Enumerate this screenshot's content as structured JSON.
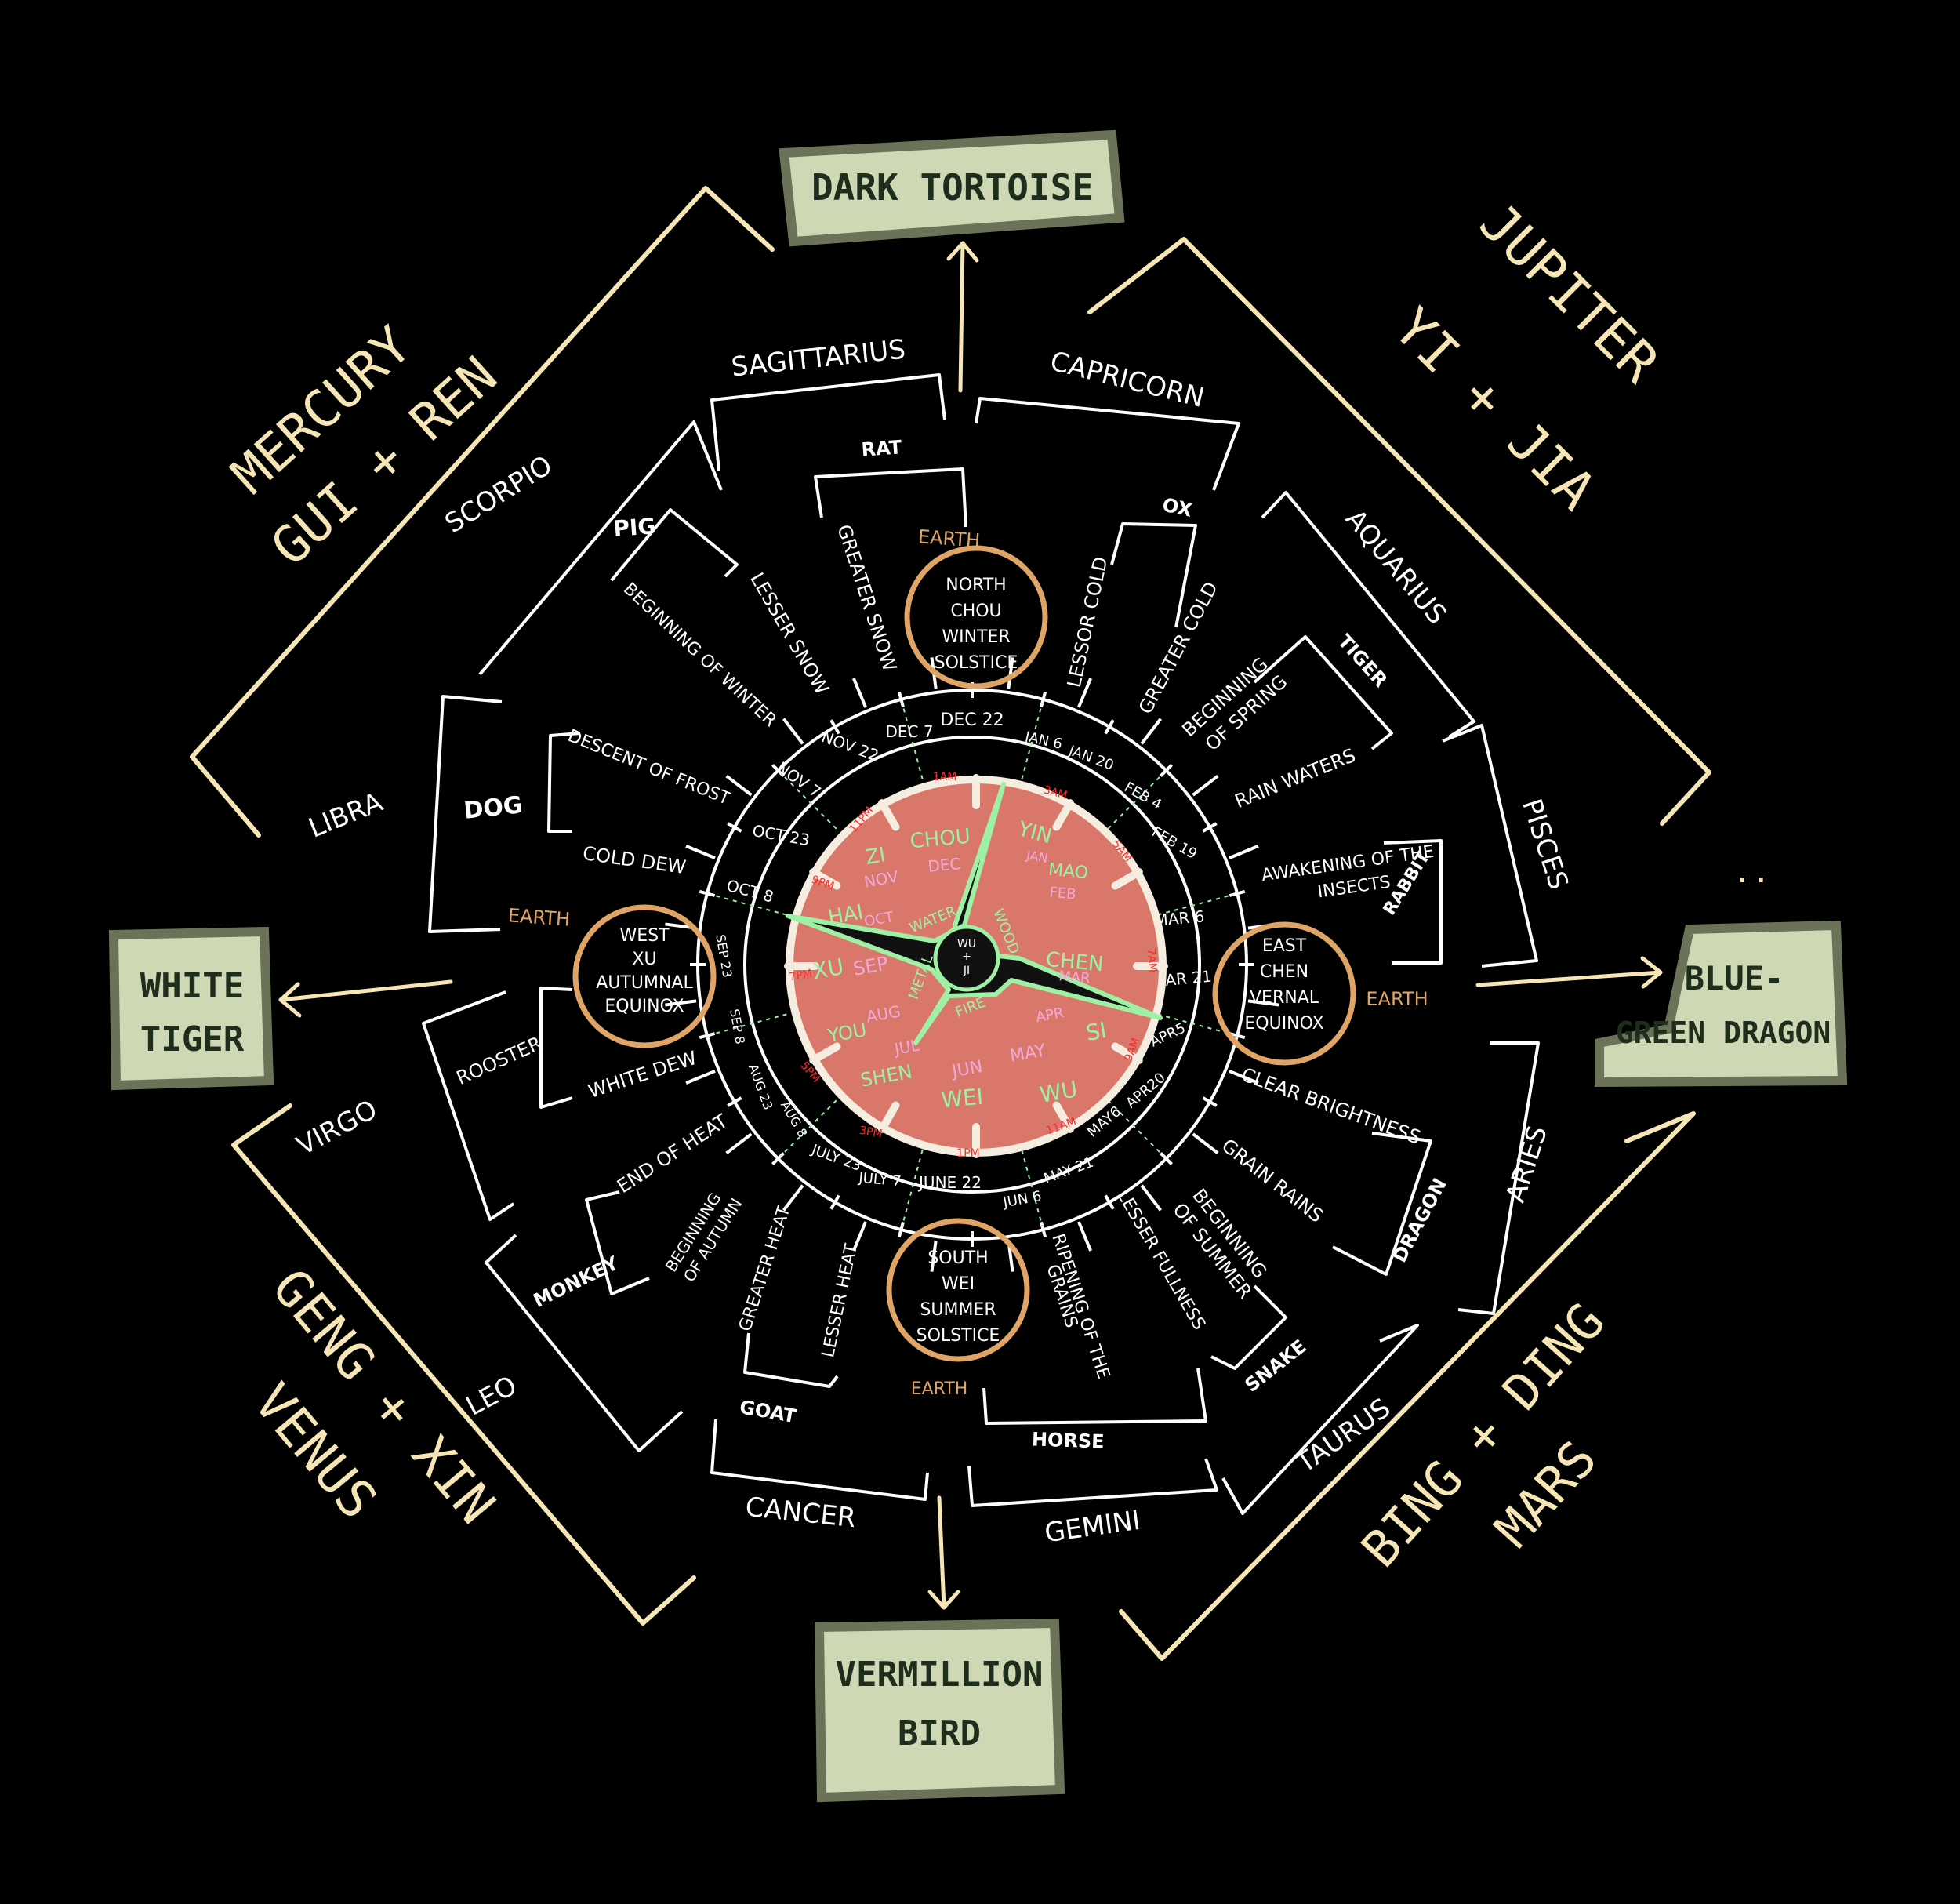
{
  "guardians": {
    "north": "DARK TORTOISE",
    "west_1": "WHITE",
    "west_2": "TIGER",
    "east_1": "BLUE-",
    "east_2": "GREEN DRAGON",
    "south_1": "VERMILLION",
    "south_2": "BIRD"
  },
  "planets": {
    "nw_1": "MERCURY",
    "nw_2": "GUI + REN",
    "ne_1": "JUPITER",
    "ne_2": "YI + JIA",
    "sw_1": "GENG + XIN",
    "sw_2": "VENUS",
    "se_1": "BING + DING",
    "se_2": "MARS",
    "ne_dots": ".."
  },
  "zodiac": {
    "sagittarius": "SAGITTARIUS",
    "capricorn": "CAPRICORN",
    "aquarius": "AQUARIUS",
    "pisces": "PISCES",
    "aries": "ARIES",
    "taurus": "TAURUS",
    "gemini": "GEMINI",
    "cancer": "CANCER",
    "leo": "LEO",
    "virgo": "VIRGO",
    "libra": "LIBRA",
    "scorpio": "SCORPIO"
  },
  "animals": {
    "rat": "RAT",
    "ox": "OX",
    "tiger": "TIGER",
    "rabbit": "RABBIT",
    "dragon": "DRAGON",
    "snake": "SNAKE",
    "horse": "HORSE",
    "goat": "GOAT",
    "monkey": "MONKEY",
    "rooster": "ROOSTER",
    "dog": "DOG",
    "pig": "PIG"
  },
  "solar_terms": {
    "greater_snow": "GREATER SNOW",
    "lesser_snow": "LESSER SNOW",
    "beginning_winter": "BEGINNING OF WINTER",
    "descent_frost": "DESCENT OF FROST",
    "cold_dew": "COLD DEW",
    "white_dew": "WHITE DEW",
    "end_heat": "END OF HEAT",
    "beginning_autumn_1": "BEGINNING",
    "beginning_autumn_2": "OF AUTUMN",
    "greater_heat": "GREATER HEAT",
    "lesser_heat": "LESSER HEAT",
    "ripening_1": "RIPENING OF THE",
    "ripening_2": "GRAINS",
    "lesser_fullness": "LESSER FULLNESS",
    "beginning_summer_1": "BEGINNING",
    "beginning_summer_2": "OF SUMMER",
    "grain_rains": "GRAIN RAINS",
    "clear_brightness": "CLEAR BRIGHTNESS",
    "awakening_1": "AWAKENING OF THE",
    "awakening_2": "INSECTS",
    "rain_waters": "RAIN WATERS",
    "beginning_spring_1": "BEGINNING",
    "beginning_spring_2": "OF SPRING",
    "greater_cold": "GREATER COLD",
    "lessor_cold": "LESSOR COLD"
  },
  "seasons": {
    "north": [
      "NORTH",
      "CHOU",
      "WINTER",
      "SOLSTICE"
    ],
    "south": [
      "SOUTH",
      "WEI",
      "SUMMER",
      "SOLSTICE"
    ],
    "east": [
      "EAST",
      "CHEN",
      "VERNAL",
      "EQUINOX"
    ],
    "west": [
      "WEST",
      "XU",
      "AUTUMNAL",
      "EQUINOX"
    ],
    "earth_top": "EARTH",
    "earth_bottom": "EARTH",
    "earth_left": "EARTH",
    "earth_right": "EARTH"
  },
  "dates": {
    "nov7": "NOV 7",
    "nov22": "NOV 22",
    "dec7": "DEC 7",
    "dec22": "DEC 22",
    "jan6": "JAN 6",
    "jan20": "JAN 20",
    "feb4": "FEB 4",
    "feb19": "FEB 19",
    "mar6": "MAR 6",
    "mar21": "MAR 21",
    "apr5": "APR5",
    "apr20": "APR20",
    "may6": "MAY6",
    "may21": "MAY 21",
    "jun6": "JUN 6",
    "jun22": "JUNE 22",
    "jul7": "JULY 7",
    "jul23": "JULY 23",
    "aug8": "AUG 8",
    "aug23": "AUG 23",
    "sep8": "SEP 8",
    "sep23": "SEP 23",
    "oct8": "OCT 8",
    "oct23": "OCT 23"
  },
  "hours": {
    "h1am": "1AM",
    "h3am": "3AM",
    "h5am": "5AM",
    "h7am": "7AM",
    "h9am": "9AM",
    "h11am": "11AM",
    "h1pm": "1PM",
    "h3pm": "3PM",
    "h5pm": "5PM",
    "h7pm": "7PM",
    "h9pm": "9PM",
    "h11pm": "11PM"
  },
  "branches": {
    "zi": "ZI",
    "chou": "CHOU",
    "yin": "YIN",
    "mao": "MAO",
    "chen": "CHEN",
    "si": "SI",
    "wu": "WU",
    "wei": "WEI",
    "shen": "SHEN",
    "you": "YOU",
    "xu": "XU",
    "hai": "HAI"
  },
  "months": {
    "nov": "NOV",
    "dec": "DEC",
    "jan": "JAN",
    "feb": "FEB",
    "mar": "MAR",
    "apr": "APR",
    "may": "MAY",
    "jun": "JUN",
    "jul": "JUL",
    "aug": "AUG",
    "sep": "SEP",
    "oct": "OCT"
  },
  "elements": {
    "water": "WATER",
    "wood": "WOOD",
    "fire": "FIRE",
    "metal": "METAL",
    "center_1": "WU",
    "center_2": "+",
    "center_3": "JI"
  },
  "colors": {
    "background": "#000000",
    "line": "#ffffff",
    "cream": "#f7e6b5",
    "earth": "#e0a466",
    "disc": "#d9786a",
    "box_fill": "#cfd8b5",
    "box_border": "#6a7358",
    "hour_red": "#ff2a2a",
    "branch_green": "#9ef0a4",
    "month_pink": "#f0a9d9"
  }
}
